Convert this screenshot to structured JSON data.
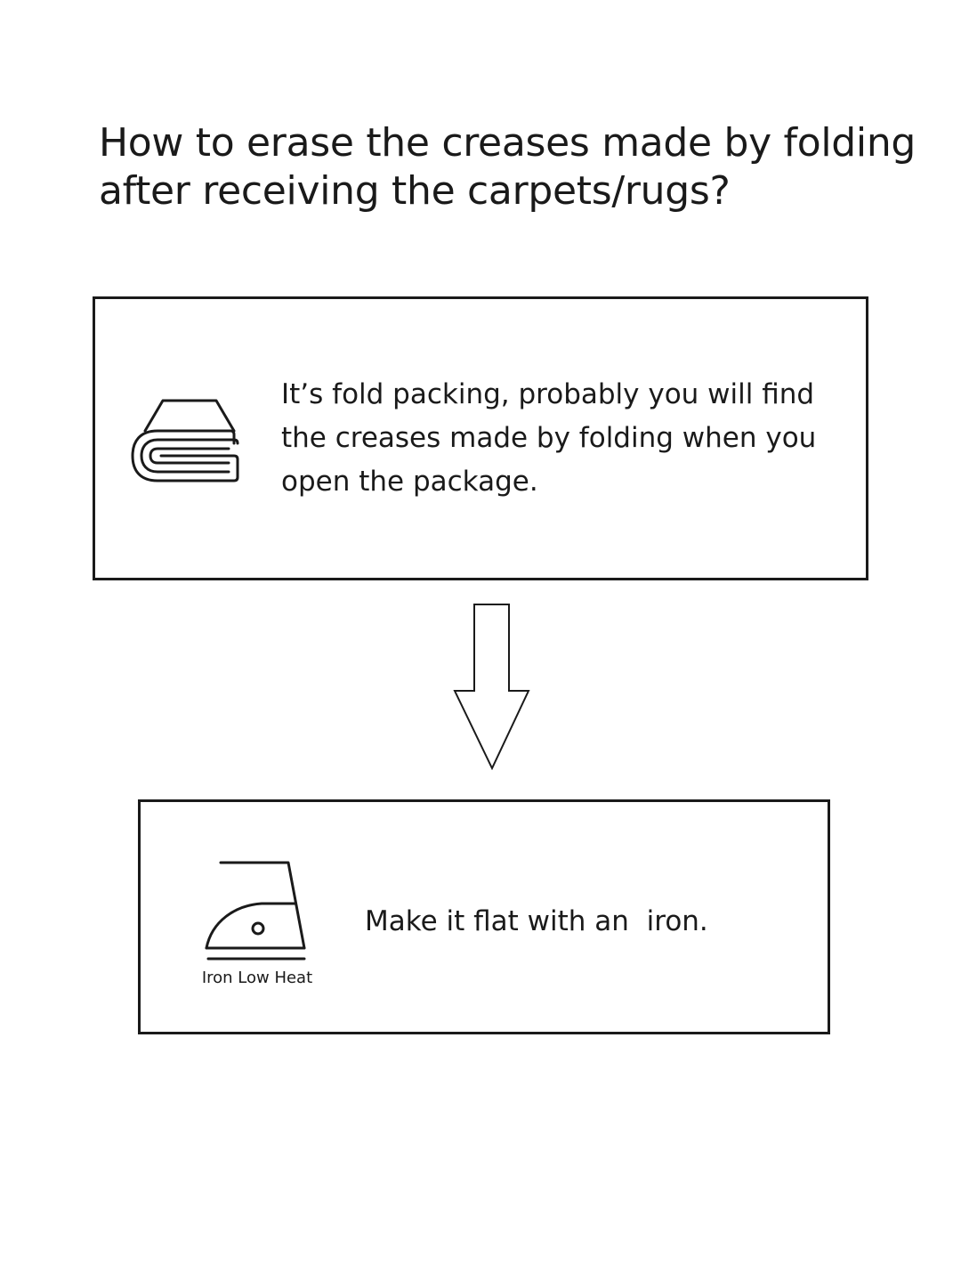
{
  "title": "How to erase the creases made by folding after receiving the carpets/rugs?",
  "steps": [
    {
      "icon": "folded-blanket-icon",
      "text": "It’s fold packing, probably you will find the creases made by folding when you open the package."
    },
    {
      "icon": "iron-icon",
      "icon_caption": "Iron Low Heat",
      "text": "Make it flat with an  iron."
    }
  ],
  "connector_icon": "down-arrow-icon",
  "colors": {
    "ink": "#1a1a1a",
    "background": "#ffffff"
  }
}
